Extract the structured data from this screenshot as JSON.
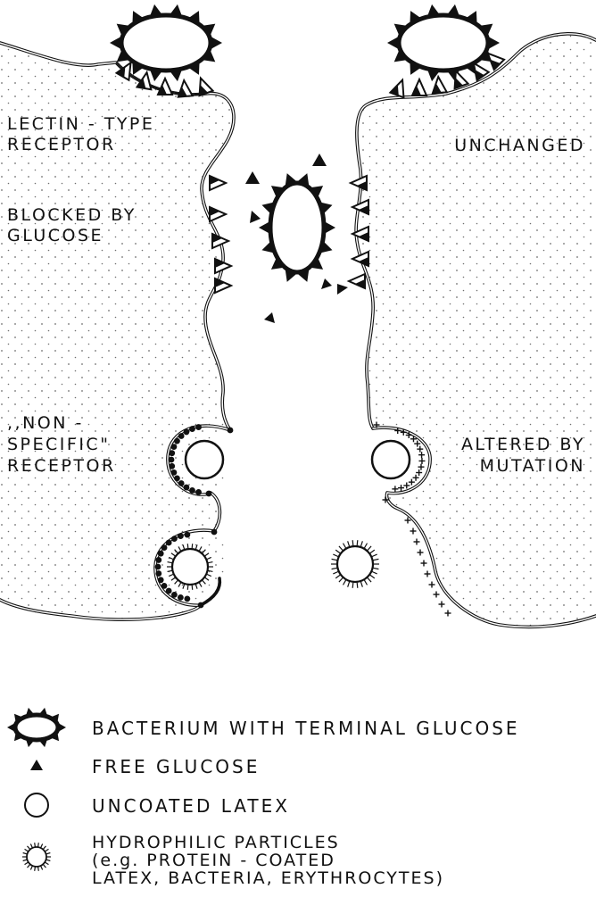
{
  "diagram": {
    "left_cell_labels": {
      "lectin": [
        "LECTIN - TYPE",
        "RECEPTOR"
      ],
      "blocked": [
        "BLOCKED BY",
        "GLUCOSE"
      ],
      "nonspecific": [
        ",,NON -",
        "SPECIFIC\"",
        "RECEPTOR"
      ]
    },
    "right_cell_labels": {
      "unchanged": "UNCHANGED",
      "altered": [
        "ALTERED BY",
        "MUTATION"
      ]
    }
  },
  "legend": {
    "items": [
      {
        "icon": "bacterium-icon",
        "text": "BACTERIUM WITH TERMINAL GLUCOSE"
      },
      {
        "icon": "free-glucose-icon",
        "text": "FREE GLUCOSE"
      },
      {
        "icon": "uncoated-latex-icon",
        "text": "UNCOATED LATEX"
      },
      {
        "icon": "hydrophilic-particle-icon",
        "lines": [
          "HYDROPHILIC PARTICLES",
          "(e.g. PROTEIN - COATED",
          "LATEX, BACTERIA, ERYTHROCYTES)"
        ]
      }
    ]
  },
  "colors": {
    "ink": "#111111",
    "background": "#ffffff",
    "stipple": "#6e6e6e"
  }
}
